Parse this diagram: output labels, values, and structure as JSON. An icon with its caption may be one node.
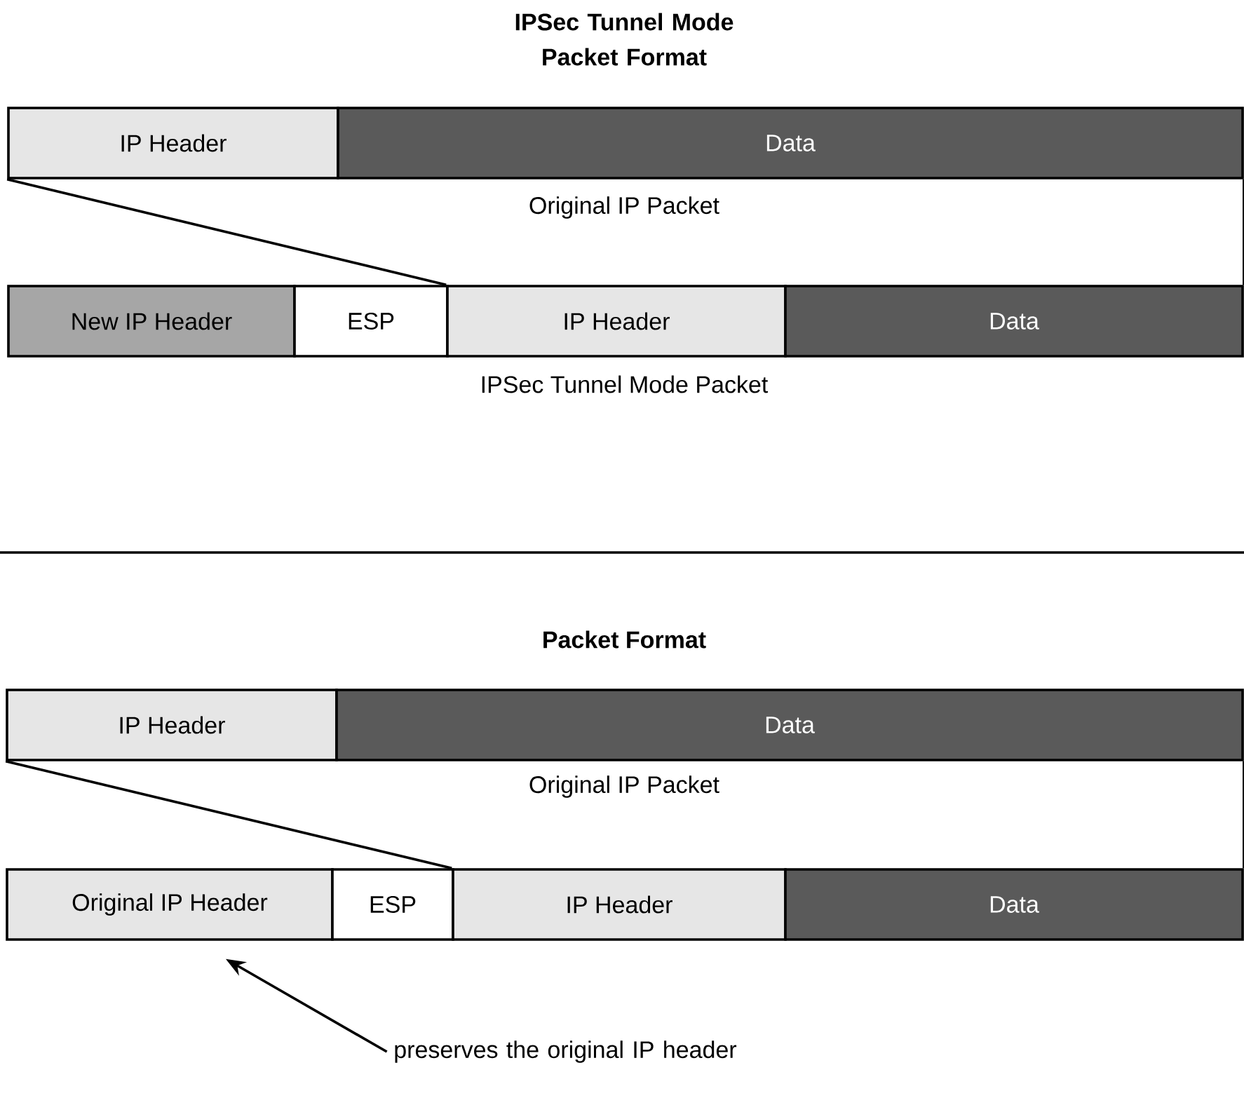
{
  "diagram": {
    "title": "IPSec Tunnel Mode Packet Format",
    "nodes": [
      {
        "text": [
          "IP Header"
        ]
      },
      {
        "text": [
          "Data"
        ]
      },
      {
        "text": [
          "New IP Header"
        ]
      },
      {
        "text": [
          "ESP"
        ]
      },
      {
        "text": [
          "IP Header"
        ]
      },
      {
        "text": [
          "Data"
        ]
      },
      {
        "text": [
          "IP Header"
        ]
      },
      {
        "text": [
          "Data"
        ]
      },
      {
        "text": [
          "Original IP Header"
        ]
      },
      {
        "text": [
          "ESP"
        ]
      },
      {
        "text": [
          "IP Header"
        ]
      },
      {
        "text": [
          "Data"
        ]
      },
      {
        "text": [
          "preserves the original IP header"
        ]
      }
    ],
    "edges": [
      {
        "from": 0,
        "to": 4,
        "arrow": "none"
      },
      {
        "from": 1,
        "to": 5,
        "arrow": "none"
      },
      {
        "from": 6,
        "to": 10,
        "arrow": "none"
      },
      {
        "from": 7,
        "to": 11,
        "arrow": "none"
      },
      {
        "from": 12,
        "to": 8,
        "arrow": "to"
      }
    ],
    "labels": [
      "Original IP Packet",
      "IPSec Tunnel Mode Packet",
      "Packet Format",
      "Original IP Packet"
    ]
  }
}
